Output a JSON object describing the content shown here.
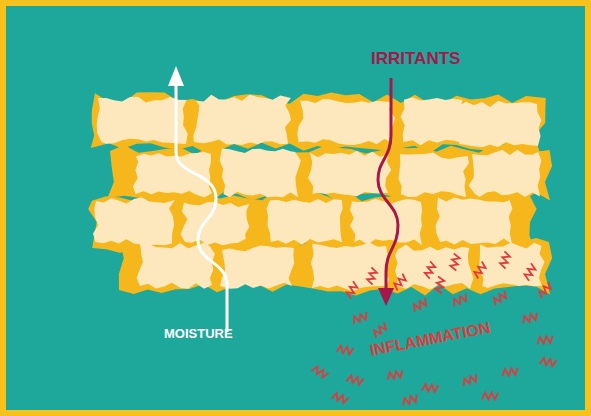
{
  "diagram": {
    "labels": [
      "IRRITANTS",
      "MOISTURE",
      "INFLAMMATION"
    ]
  }
}
